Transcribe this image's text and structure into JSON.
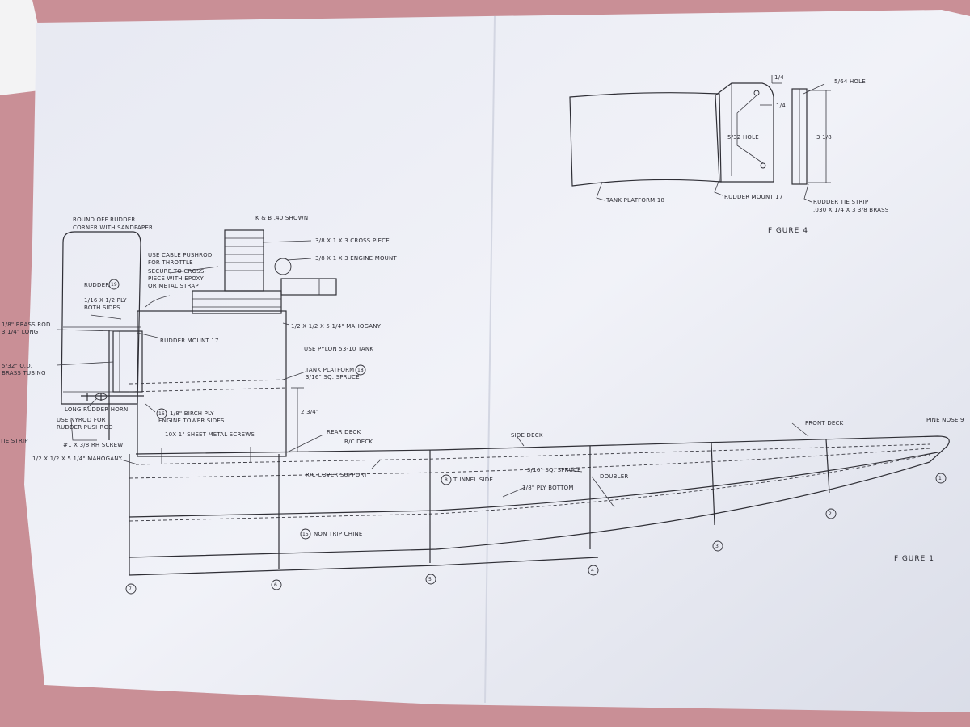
{
  "figure1": {
    "caption": "FIGURE 1",
    "labels": {
      "round_off_rudder": "ROUND OFF RUDDER",
      "corner_sandpaper": "CORNER WITH SANDPAPER",
      "kb_shown": "K & B .40 SHOWN",
      "cable_pushrod": "USE CABLE PUSHROD",
      "for_throttle": "FOR THROTTLE",
      "secure_to_cross": "SECURE TO CROSS-",
      "piece_with_epoxy": "PIECE WITH EPOXY",
      "or_metal_strap": "OR METAL STRAP",
      "cross_piece": "3/8 X 1 X 3  CROSS PIECE",
      "engine_mount": "3/8 X 1 X 3  ENGINE MOUNT",
      "rudder": "RUDDER",
      "ply_116": "1/16 X 1/2 PLY",
      "both_sides": "BOTH SIDES",
      "brass_rod": "1/8\" BRASS ROD",
      "brass_rod_long": "3 1/4\" LONG",
      "mahogany_top": "1/2 X 1/2 X 5 1/4\" MAHOGANY",
      "rudder_mount": "RUDDER MOUNT 17",
      "use_pylon": "USE PYLON 53-10 TANK",
      "od": "5/32\" O.D.",
      "brass_tubing": "BRASS TUBING",
      "tank_platform": "TANK PLATFORM",
      "spruce_316": "3/16\" SQ. SPRUCE",
      "birch_ply": "1/8\" BIRCH PLY",
      "engine_tower": "ENGINE TOWER SIDES",
      "long_horn": "LONG RUDDER HORN",
      "use_nyrod": "USE NYROD FOR",
      "rudder_pushrod": "RUDDER PUSHROD",
      "height": "2 3/4\"",
      "rear_deck": "REAR DECK",
      "rc_deck": "R/C DECK",
      "screws": "10X 1\" SHEET METAL SCREWS",
      "tie_strip": "TIE STRIP",
      "rh_screw": "#1 X 3/8 RH SCREW",
      "side_deck": "SIDE DECK",
      "front_deck": "FRONT DECK",
      "pine_nose": "PINE NOSE 9",
      "mahogany_bottom": "1/2 X 1/2 X 5 1/4\" MAHOGANY",
      "rc_cover": "R/C COVER SUPPORT",
      "tunnel_side": "TUNNEL SIDE",
      "spruce_sq": "3/16\" SQ. SPRUCE",
      "doubler": "DOUBLER",
      "ply_bottom": "1/8\" PLY BOTTOM",
      "non_trip": "NON TRIP CHINE"
    },
    "part_numbers": {
      "rudder": "19",
      "tank_platform": "18",
      "birch_ply": "16",
      "tunnel_side": "8",
      "non_trip": "15"
    },
    "stations": [
      "1",
      "2",
      "3",
      "4",
      "5",
      "6",
      "7"
    ]
  },
  "figure4": {
    "caption": "FIGURE 4",
    "labels": {
      "quarter_a": "1/4",
      "quarter_b": "1/4",
      "hole_564": "5/64 HOLE",
      "hole_532": "5/32 HOLE",
      "dim_38": "3 1/8",
      "tank_platform": "TANK PLATFORM 18",
      "rudder_mount": "RUDDER MOUNT 17",
      "tie_strip": "RUDDER TIE STRIP",
      "tie_strip_spec": ".030 X 1/4 X 3 3/8 BRASS"
    }
  },
  "colors": {
    "background": "#c98f96",
    "paper": "#eef0f8",
    "ink": "#2f2f36"
  }
}
